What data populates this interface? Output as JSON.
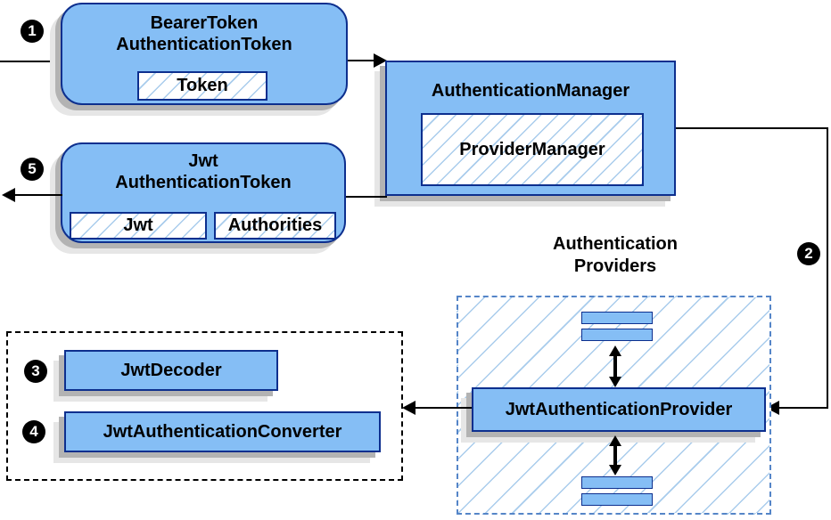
{
  "colors": {
    "node_fill": "#85BEF5",
    "node_border": "#0D2F8E",
    "hatch_line": "#A9CCEC",
    "dashed_blue": "#5585C8",
    "shadow_dark": "#B3B3B3",
    "shadow_light": "#E6E6E6",
    "arrow": "#000000"
  },
  "badges": {
    "step1": "1",
    "step2": "2",
    "step3": "3",
    "step4": "4",
    "step5": "5"
  },
  "nodes": {
    "bearer": {
      "title_line1": "BearerToken",
      "title_line2": "AuthenticationToken",
      "chip": "Token"
    },
    "manager": {
      "title": "AuthenticationManager",
      "chip": "ProviderManager"
    },
    "jwt": {
      "title_line1": "Jwt",
      "title_line2": "AuthenticationToken",
      "chip_jwt": "Jwt",
      "chip_authorities": "Authorities"
    },
    "providers_group": {
      "label_line1": "Authentication",
      "label_line2": "Providers"
    },
    "provider": {
      "title": "JwtAuthenticationProvider"
    },
    "decoder": {
      "title": "JwtDecoder"
    },
    "converter": {
      "title": "JwtAuthenticationConverter"
    }
  }
}
